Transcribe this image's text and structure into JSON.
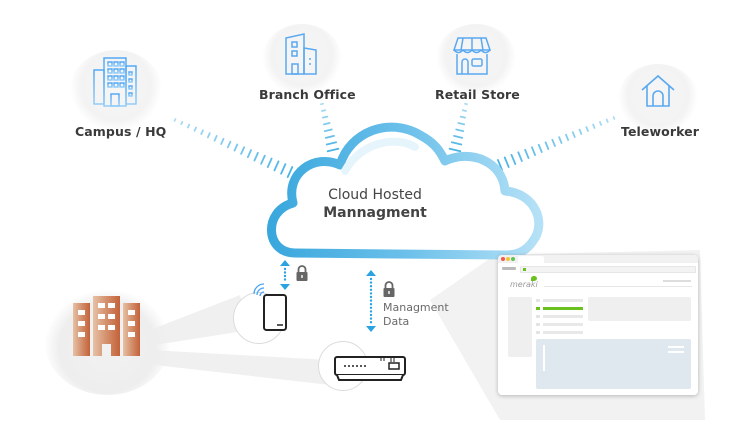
{
  "sites": [
    {
      "id": "campus",
      "label": "Campus / HQ",
      "icon": "office-tower-icon"
    },
    {
      "id": "branch",
      "label": "Branch Office",
      "icon": "building-icon"
    },
    {
      "id": "retail",
      "label": "Retail Store",
      "icon": "storefront-icon"
    },
    {
      "id": "tele",
      "label": "Teleworker",
      "icon": "house-icon"
    }
  ],
  "cloud": {
    "line1": "Cloud Hosted",
    "line2": "Mannagment"
  },
  "management": {
    "line1": "Managment",
    "line2": "Data"
  },
  "dashboard": {
    "brand": "meraki",
    "accent": "#6ac01f"
  },
  "colors": {
    "accent_blue": "#4bb4e6",
    "icon_blue": "#5aa9f0",
    "building_orange": "#c9673f",
    "text": "#3a3a3a"
  }
}
